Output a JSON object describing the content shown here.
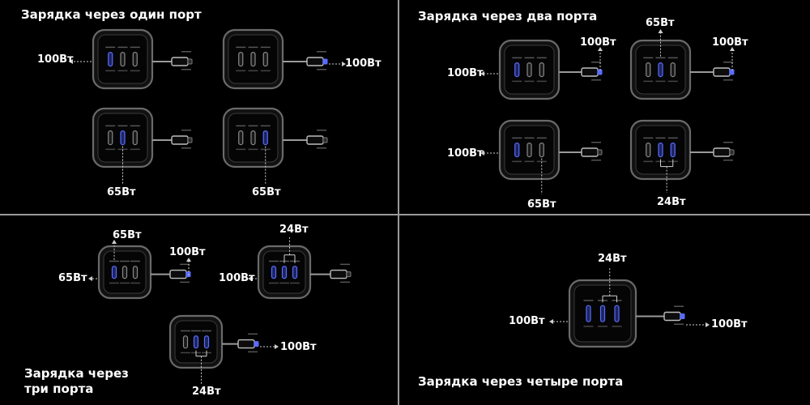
{
  "colors": {
    "background": "#000000",
    "text": "#ffffff",
    "accent_port": "#5a6cff",
    "divider": "#9a9a9a",
    "line": "#cfcfcf"
  },
  "panels": [
    {
      "title_lines": [
        "Зарядка через один порт"
      ]
    },
    {
      "title_lines": [
        "Зарядка через два порта"
      ]
    },
    {
      "title_lines": [
        "Зарядка через",
        "три порта"
      ]
    },
    {
      "title_lines": [
        "Зарядка через четыре порта"
      ]
    }
  ],
  "labels": {
    "p1": {
      "a_left": "100Вт",
      "b_right": "100Вт",
      "c_bottom": "65Вт",
      "d_bottom": "65Вт"
    },
    "p2": {
      "a_left": "100Вт",
      "a_right": "100Вт",
      "b_top": "65Вт",
      "b_right": "100Вт",
      "c_left": "100Вт",
      "c_bottom": "65Вт",
      "d_bottom": "24Вт"
    },
    "p3": {
      "a_top": "65Вт",
      "a_left": "65Вт",
      "a_right": "100Вт",
      "b_top": "24Вт",
      "b_left": "100Вт",
      "c_right": "100Вт",
      "c_bottom": "24Вт"
    },
    "p4": {
      "top": "24Вт",
      "left": "100Вт",
      "right": "100Вт"
    }
  }
}
